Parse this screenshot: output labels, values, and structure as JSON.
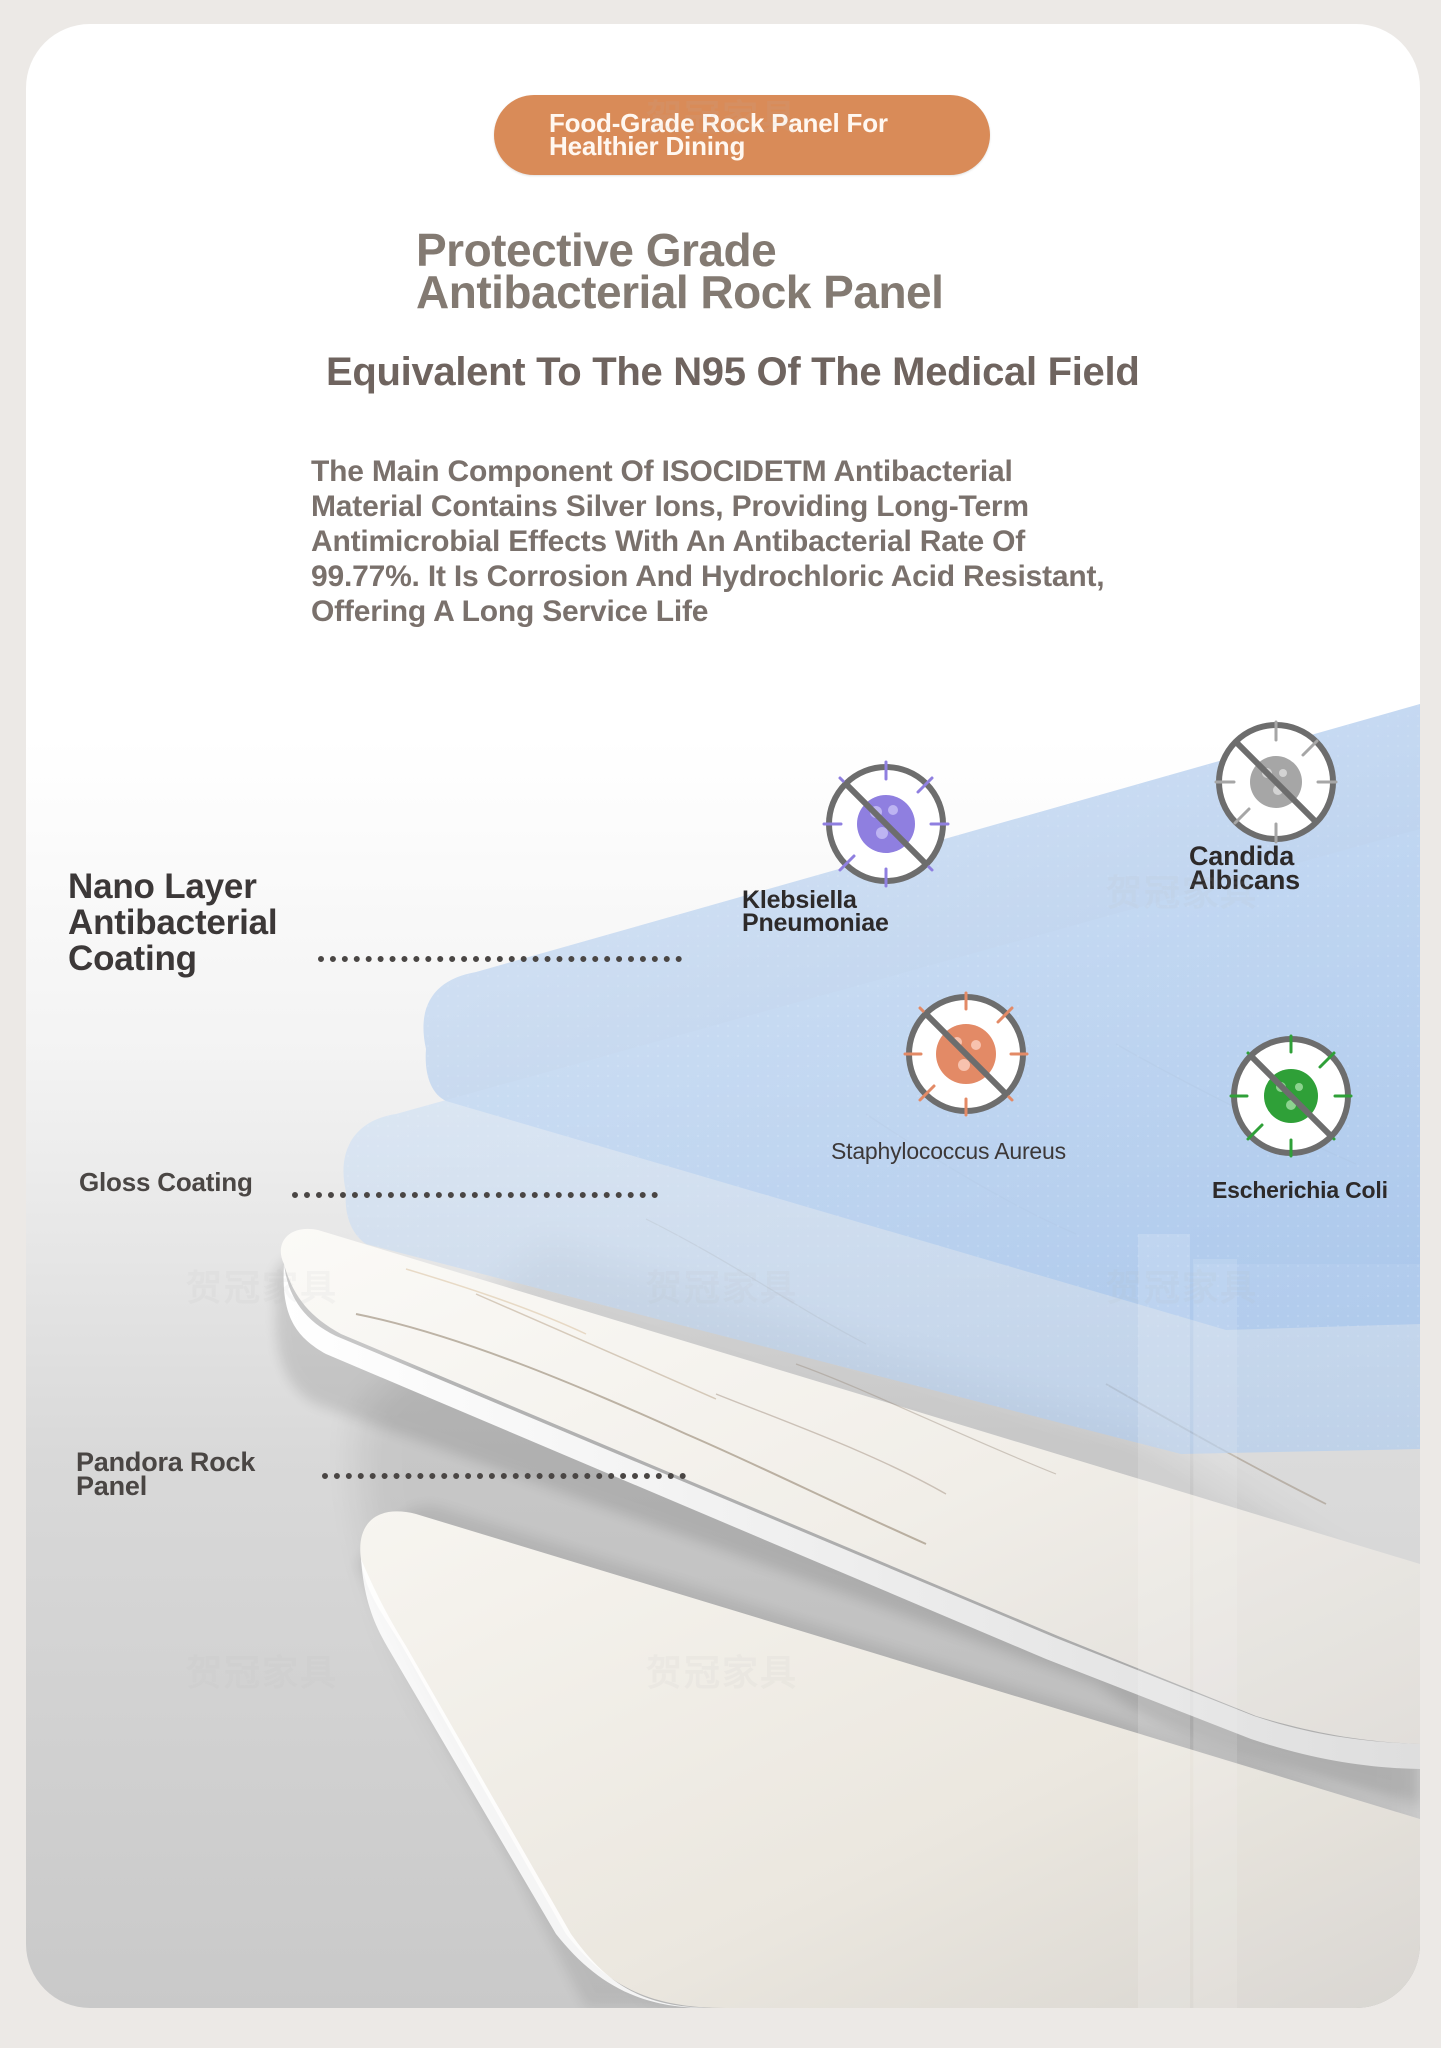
{
  "badge": {
    "text": "Food-Grade Rock Panel For Healthier Dining"
  },
  "hero": {
    "title": "Protective Grade Antibacterial Rock Panel",
    "subtitle": "Equivalent To The N95 Of The Medical Field",
    "body": "The Main Component Of ISOCIDETM Antibacterial Material Contains Silver Ions, Providing Long-Term Antimicrobial Effects With An Antibacterial Rate Of 99.77%. It Is Corrosion And Hydrochloric Acid Resistant, Offering A Long Service Life"
  },
  "layers": {
    "nano": "Nano Layer Antibacterial Coating",
    "gloss": "Gloss Coating",
    "pandora": "Pandora Rock Panel"
  },
  "bacteria": [
    {
      "label": "Klebsiella Pneumoniae",
      "icon": "klebsiella-icon",
      "color": "#8f7fe0"
    },
    {
      "label": "Candida Albicans",
      "icon": "candida-icon",
      "color": "#a6a6a6"
    },
    {
      "label": "Staphylococcus Aureus",
      "icon": "staphylococcus-icon",
      "color": "#e38a66"
    },
    {
      "label": "Escherichia Coli",
      "icon": "escherichia-icon",
      "color": "#2fa038"
    }
  ],
  "colors": {
    "badge": "#d98b58",
    "heading": "#837a72",
    "subtitle": "#6f645f",
    "body": "#7a716c",
    "dark_text": "#3c3838",
    "blue_layer": "#b8d0ec"
  }
}
